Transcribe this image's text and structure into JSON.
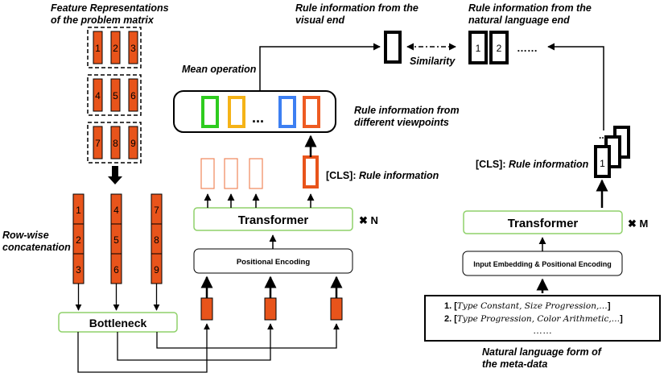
{
  "labels": {
    "feature_title_1": "Feature Representations",
    "feature_title_2": "of the problem matrix",
    "row_concat_1": "Row-wise",
    "row_concat_2": "concatenation",
    "bottleneck": "Bottleneck",
    "mean_op": "Mean operation",
    "visual_1": "Rule information from the",
    "visual_2": "visual end",
    "nl_1": "Rule information from the",
    "nl_2": "natural language end",
    "similarity": "Similarity",
    "viewpoints_1": "Rule information from",
    "viewpoints_2": "different viewpoints",
    "ellipsis_views": "...",
    "cls_tag": "[CLS]:",
    "cls_text": " Rule information",
    "transformer_left": "Transformer",
    "times_n": "✖ N",
    "pos_enc": "Positional Encoding",
    "transformer_right": "Transformer",
    "times_m": "✖ M",
    "input_embed": "Input Embedding & Positional Encoding",
    "cls_right_tag": "[CLS]:",
    "cls_right_text": " Rule information",
    "stack_dots": "...",
    "stack_num": "1",
    "nl_vec_1": "1",
    "nl_vec_2": "2",
    "nl_dots": "……",
    "meta_line1_prefix": "1. [",
    "meta_line1": "Type Constant,  Size Progression,…",
    "meta_line1_suffix": "]",
    "meta_line2_prefix": "2. [",
    "meta_line2": "Type Progression,  Color Arithmetic,…",
    "meta_line2_suffix": "]",
    "meta_dots": "……",
    "nl_form_1": "Natural language form of",
    "nl_form_2": "the meta-data"
  },
  "matrix_rows": [
    [
      "1",
      "2",
      "3"
    ],
    [
      "4",
      "5",
      "6"
    ],
    [
      "7",
      "8",
      "9"
    ]
  ],
  "columns": [
    [
      "1",
      "2",
      "3"
    ],
    [
      "4",
      "5",
      "6"
    ],
    [
      "7",
      "8",
      "9"
    ]
  ],
  "colors": {
    "orange": "#e8541b",
    "light_orange": "#f0875a",
    "green_border": "#8fd16a",
    "view_green": "#2ecc1f",
    "view_yellow": "#f5b317",
    "view_blue": "#3d7ff2",
    "view_orange": "#ee5b22"
  }
}
